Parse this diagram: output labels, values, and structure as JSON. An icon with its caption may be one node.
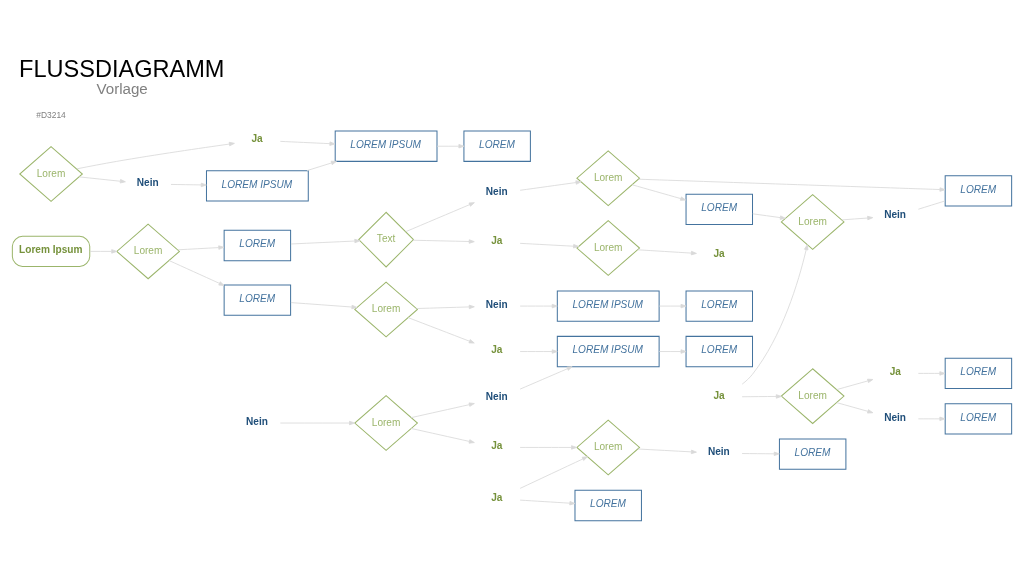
{
  "diagram": {
    "title": "FLUSSDIAGRAMM",
    "caption": "Vorlage",
    "nodes": [
      {
        "text": [
          "Lorem Ipsum"
        ]
      },
      {
        "text": [
          "Lorem"
        ]
      },
      {
        "text": [
          "LOREM"
        ]
      },
      {
        "text": [
          "Lorem"
        ]
      },
      {
        "text": [
          "Nein"
        ]
      },
      {
        "text": [
          "LOREM IPSUM"
        ]
      },
      {
        "text": [
          "LOREM"
        ]
      },
      {
        "text": [
          "Ja"
        ]
      },
      {
        "text": [
          "LOREM IPSUM"
        ]
      },
      {
        "text": [
          "LOREM"
        ]
      },
      {
        "text": [
          "LOREM"
        ]
      },
      {
        "text": [
          "Text"
        ]
      },
      {
        "text": [
          "Ja"
        ]
      },
      {
        "text": [
          "Lorem"
        ]
      },
      {
        "text": [
          "Ja"
        ]
      },
      {
        "text": [
          "Nein"
        ]
      },
      {
        "text": [
          "Lorem"
        ]
      },
      {
        "text": [
          "LOREM"
        ]
      },
      {
        "text": [
          "Nein"
        ]
      },
      {
        "text": [
          "Lorem"
        ]
      },
      {
        "text": [
          "Nein"
        ]
      },
      {
        "text": [
          "Ja"
        ]
      },
      {
        "text": [
          "LOREM"
        ]
      },
      {
        "text": [
          "LOREM"
        ]
      },
      {
        "text": [
          "Ja"
        ]
      },
      {
        "text": [
          "Lorem"
        ]
      },
      {
        "text": [
          "Nein"
        ]
      },
      {
        "text": [
          "LOREM"
        ]
      },
      {
        "text": [
          "Nein"
        ]
      },
      {
        "text": [
          "Lorem"
        ]
      },
      {
        "text": [
          "Ja"
        ]
      },
      {
        "text": [
          "Lorem"
        ]
      },
      {
        "text": [
          "Ja"
        ]
      },
      {
        "text": [
          "LOREM"
        ]
      },
      {
        "text": [
          "Lorem"
        ]
      },
      {
        "text": [
          "Ja"
        ]
      },
      {
        "text": [
          "Nein"
        ]
      },
      {
        "text": [
          "LOREM"
        ]
      },
      {
        "text": [
          "Nein"
        ]
      },
      {
        "text": [
          "LOREM IPSUM"
        ]
      },
      {
        "text": [
          "LOREM IPSUM"
        ]
      },
      {
        "text": [
          "LOREM"
        ]
      }
    ],
    "edges": [
      {
        "from": 0,
        "to": 1,
        "arrow": "to"
      },
      {
        "from": 1,
        "to": 2,
        "arrow": "to"
      },
      {
        "from": 2,
        "to": 3,
        "arrow": "to"
      },
      {
        "from": 3,
        "to": 4,
        "arrow": "to"
      },
      {
        "from": 4,
        "to": 5,
        "arrow": "to"
      },
      {
        "from": 5,
        "to": 6,
        "arrow": "to"
      },
      {
        "from": 3,
        "to": 7,
        "arrow": "to"
      },
      {
        "from": 7,
        "to": 8,
        "arrow": "to"
      },
      {
        "from": 8,
        "to": 9,
        "arrow": "to"
      },
      {
        "from": 1,
        "to": 10,
        "arrow": "to"
      },
      {
        "from": 10,
        "to": 11,
        "arrow": "to"
      },
      {
        "from": 11,
        "to": 12,
        "arrow": "to"
      },
      {
        "from": 12,
        "to": 13,
        "arrow": "to"
      },
      {
        "from": 13,
        "to": 14,
        "arrow": "to"
      },
      {
        "from": 11,
        "to": 15,
        "arrow": "to"
      },
      {
        "from": 15,
        "to": 16,
        "arrow": "to"
      },
      {
        "from": 16,
        "to": 17,
        "arrow": "to"
      },
      {
        "from": 17,
        "to": 29,
        "arrow": "to"
      },
      {
        "from": 18,
        "to": 19,
        "arrow": "to"
      },
      {
        "from": 19,
        "to": 20,
        "arrow": "to"
      },
      {
        "from": 20,
        "to": 8,
        "arrow": "to"
      },
      {
        "from": 19,
        "to": 24,
        "arrow": "to"
      },
      {
        "from": 21,
        "to": 22,
        "arrow": "to"
      },
      {
        "from": 24,
        "to": 25,
        "arrow": "to"
      },
      {
        "from": 21,
        "to": 25,
        "arrow": "to"
      },
      {
        "from": 25,
        "to": 26,
        "arrow": "to"
      },
      {
        "from": 26,
        "to": 27,
        "arrow": "to"
      },
      {
        "from": 16,
        "to": 23,
        "arrow": "to"
      },
      {
        "from": 29,
        "to": 28,
        "arrow": "to"
      },
      {
        "from": 28,
        "to": 23,
        "arrow": "none"
      },
      {
        "from": 30,
        "to": 29,
        "arrow": "to"
      },
      {
        "from": 30,
        "to": 31,
        "arrow": "to"
      },
      {
        "from": 31,
        "to": 32,
        "arrow": "to"
      },
      {
        "from": 32,
        "to": 33,
        "arrow": "to"
      },
      {
        "from": 31,
        "to": 36,
        "arrow": "to"
      },
      {
        "from": 36,
        "to": 37,
        "arrow": "to"
      },
      {
        "from": 34,
        "to": 35,
        "arrow": "to"
      },
      {
        "from": 34,
        "to": 38,
        "arrow": "to"
      },
      {
        "from": 38,
        "to": 39,
        "arrow": "to"
      },
      {
        "from": 39,
        "to": 40,
        "arrow": "to"
      },
      {
        "from": 35,
        "to": 40,
        "arrow": "to"
      },
      {
        "from": 40,
        "to": 41,
        "arrow": "to"
      }
    ],
    "labels": [
      "#D3214"
    ]
  }
}
